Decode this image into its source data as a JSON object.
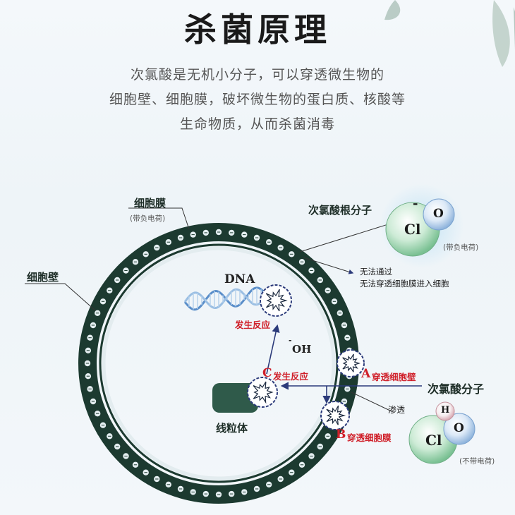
{
  "title": "杀菌原理",
  "description": [
    "次氯酸是无机小分子，可以穿透微生物的",
    "细胞壁、细胞膜，破坏微生物的蛋白质、核酸等",
    "生命物质，从而杀菌消毒"
  ],
  "labels": {
    "cell_membrane": "细胞膜",
    "cell_membrane_note": "(带负电荷)",
    "cell_wall": "细胞壁",
    "hypochlorite_ion": "次氯酸根分子",
    "hypochlorite_note": "(带负电荷)",
    "cannot_pass_1": "无法通过",
    "cannot_pass_2": "无法穿透细胞膜进入细胞",
    "dna": "DNA",
    "dna_reaction": "发生反应",
    "oh": "OH",
    "oh_minus": "-",
    "c_letter": "C",
    "c_reaction": "发生反应",
    "a_letter": "A",
    "a_text": "穿透细胞壁",
    "b_letter": "B",
    "b_text": "穿透细胞膜",
    "hocl": "次氯酸分子",
    "permeate": "渗透",
    "mitochondria": "线粒体",
    "uncharged": "(不带电荷)"
  },
  "molecules": {
    "clo_ion": {
      "cl": "Cl",
      "o": "O",
      "minus": "-"
    },
    "hocl": {
      "h": "H",
      "cl": "Cl",
      "o": "O"
    }
  },
  "colors": {
    "cell_ring": "#1c3a30",
    "reaction_red": "#d0202a",
    "arrow_blue": "#2b3a7a",
    "cl_green": "#a9d9ba",
    "o_blue": "#bcd6f0"
  }
}
